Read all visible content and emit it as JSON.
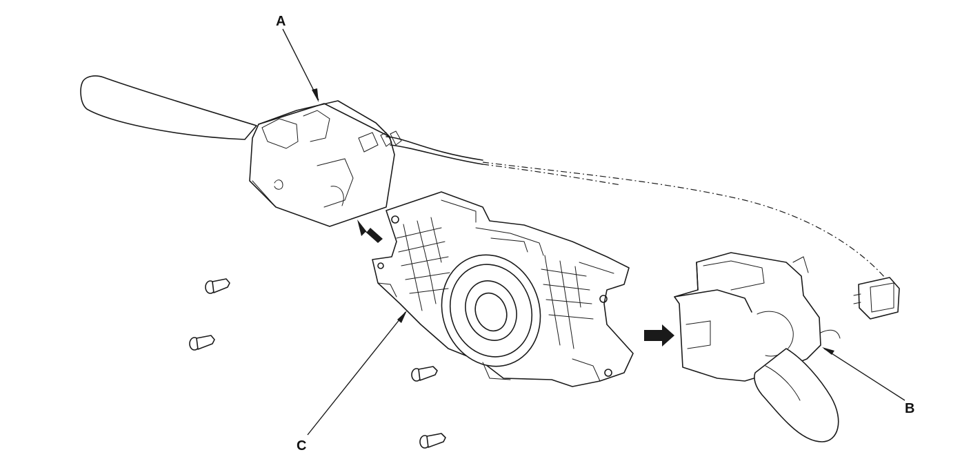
{
  "callouts": {
    "a": "A",
    "b": "B",
    "c": "C"
  },
  "colors": {
    "ink": "#1a1a1a",
    "background": "#ffffff"
  }
}
